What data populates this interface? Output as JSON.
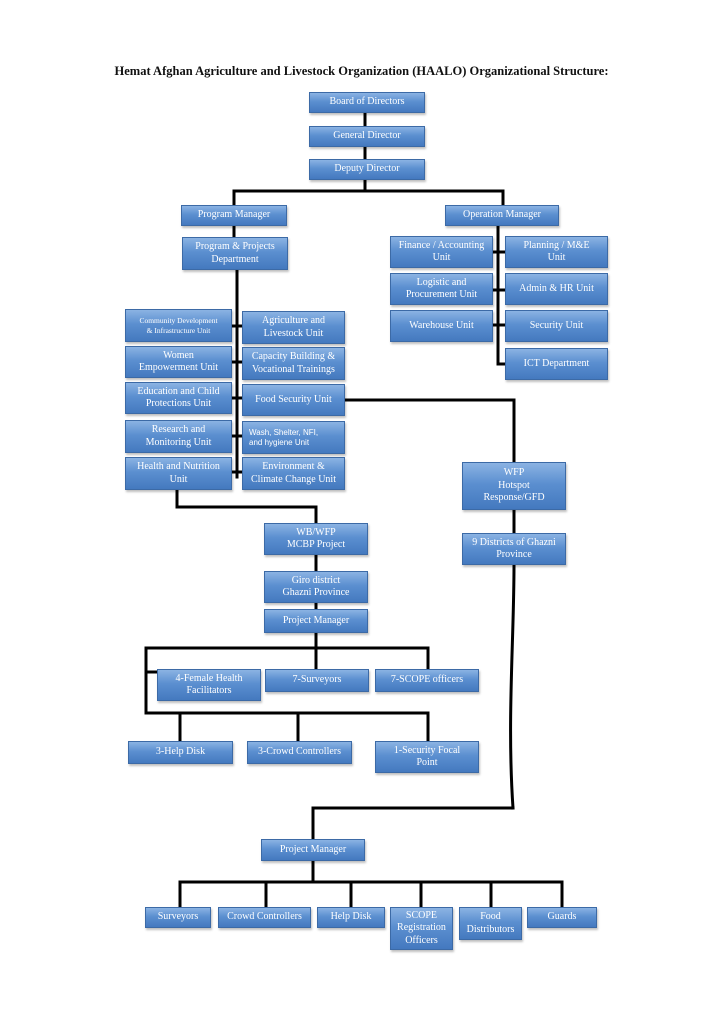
{
  "title": "Hemat Afghan Agriculture and Livestock Organization (HAALO) Organizational Structure:",
  "nodes": {
    "board": "Board of Directors",
    "general_director": "General Director",
    "deputy_director": "Deputy Director",
    "program_manager": "Program Manager",
    "operation_manager": "Operation Manager",
    "program_projects_dept": "Program & Projects\nDepartment",
    "finance_unit": "Finance / Accounting\nUnit",
    "planning_unit": "Planning / M&E\nUnit",
    "logistic_unit": "Logistic and\nProcurement Unit",
    "admin_hr_unit": "Admin & HR Unit",
    "warehouse_unit": "Warehouse Unit",
    "security_unit": "Security Unit",
    "ict_department": "ICT Department",
    "community_dev_unit": "Community Development\n& Infrastructure Unit",
    "agriculture_unit": "Agriculture and\nLivestock Unit",
    "women_unit": "Women\nEmpowerment Unit",
    "capacity_unit": "Capacity Building &\nVocational Trainings",
    "education_unit": "Education and Child\nProtections Unit",
    "food_security_unit": "Food Security Unit",
    "research_unit": "Research and\nMonitoring Unit",
    "wash_unit": "Wash, Shelter, NFI,\nand hygiene Unit",
    "health_unit": "Health and Nutrition\nUnit",
    "environment_unit": "Environment &\nClimate Change Unit",
    "wfp_hotspot": "WFP\nHotspot\nResponse/GFD",
    "ghazni_districts": "9 Districts of Ghazni\nProvince",
    "wb_wfp": "WB/WFP\nMCBP Project",
    "giro_district": "Giro district\nGhazni Province",
    "project_manager_1": "Project Manager",
    "female_health": "4-Female Health\nFacilitators",
    "surveyors_7": "7-Surveyors",
    "scope_officers_7": "7-SCOPE officers",
    "help_disk_3": "3-Help Disk",
    "crowd_controllers_3": "3-Crowd Controllers",
    "security_focal": "1-Security Focal\nPoint",
    "project_manager_2": "Project Manager",
    "surveyors": "Surveyors",
    "crowd_controllers": "Crowd Controllers",
    "help_disk": "Help Disk",
    "scope_registration": "SCOPE\nRegistration\nOfficers",
    "food_distributors": "Food\nDistributors",
    "guards": "Guards"
  },
  "colors": {
    "box_top": "#8bb3e3",
    "box_bottom": "#4479bf",
    "connector": "#000000"
  }
}
